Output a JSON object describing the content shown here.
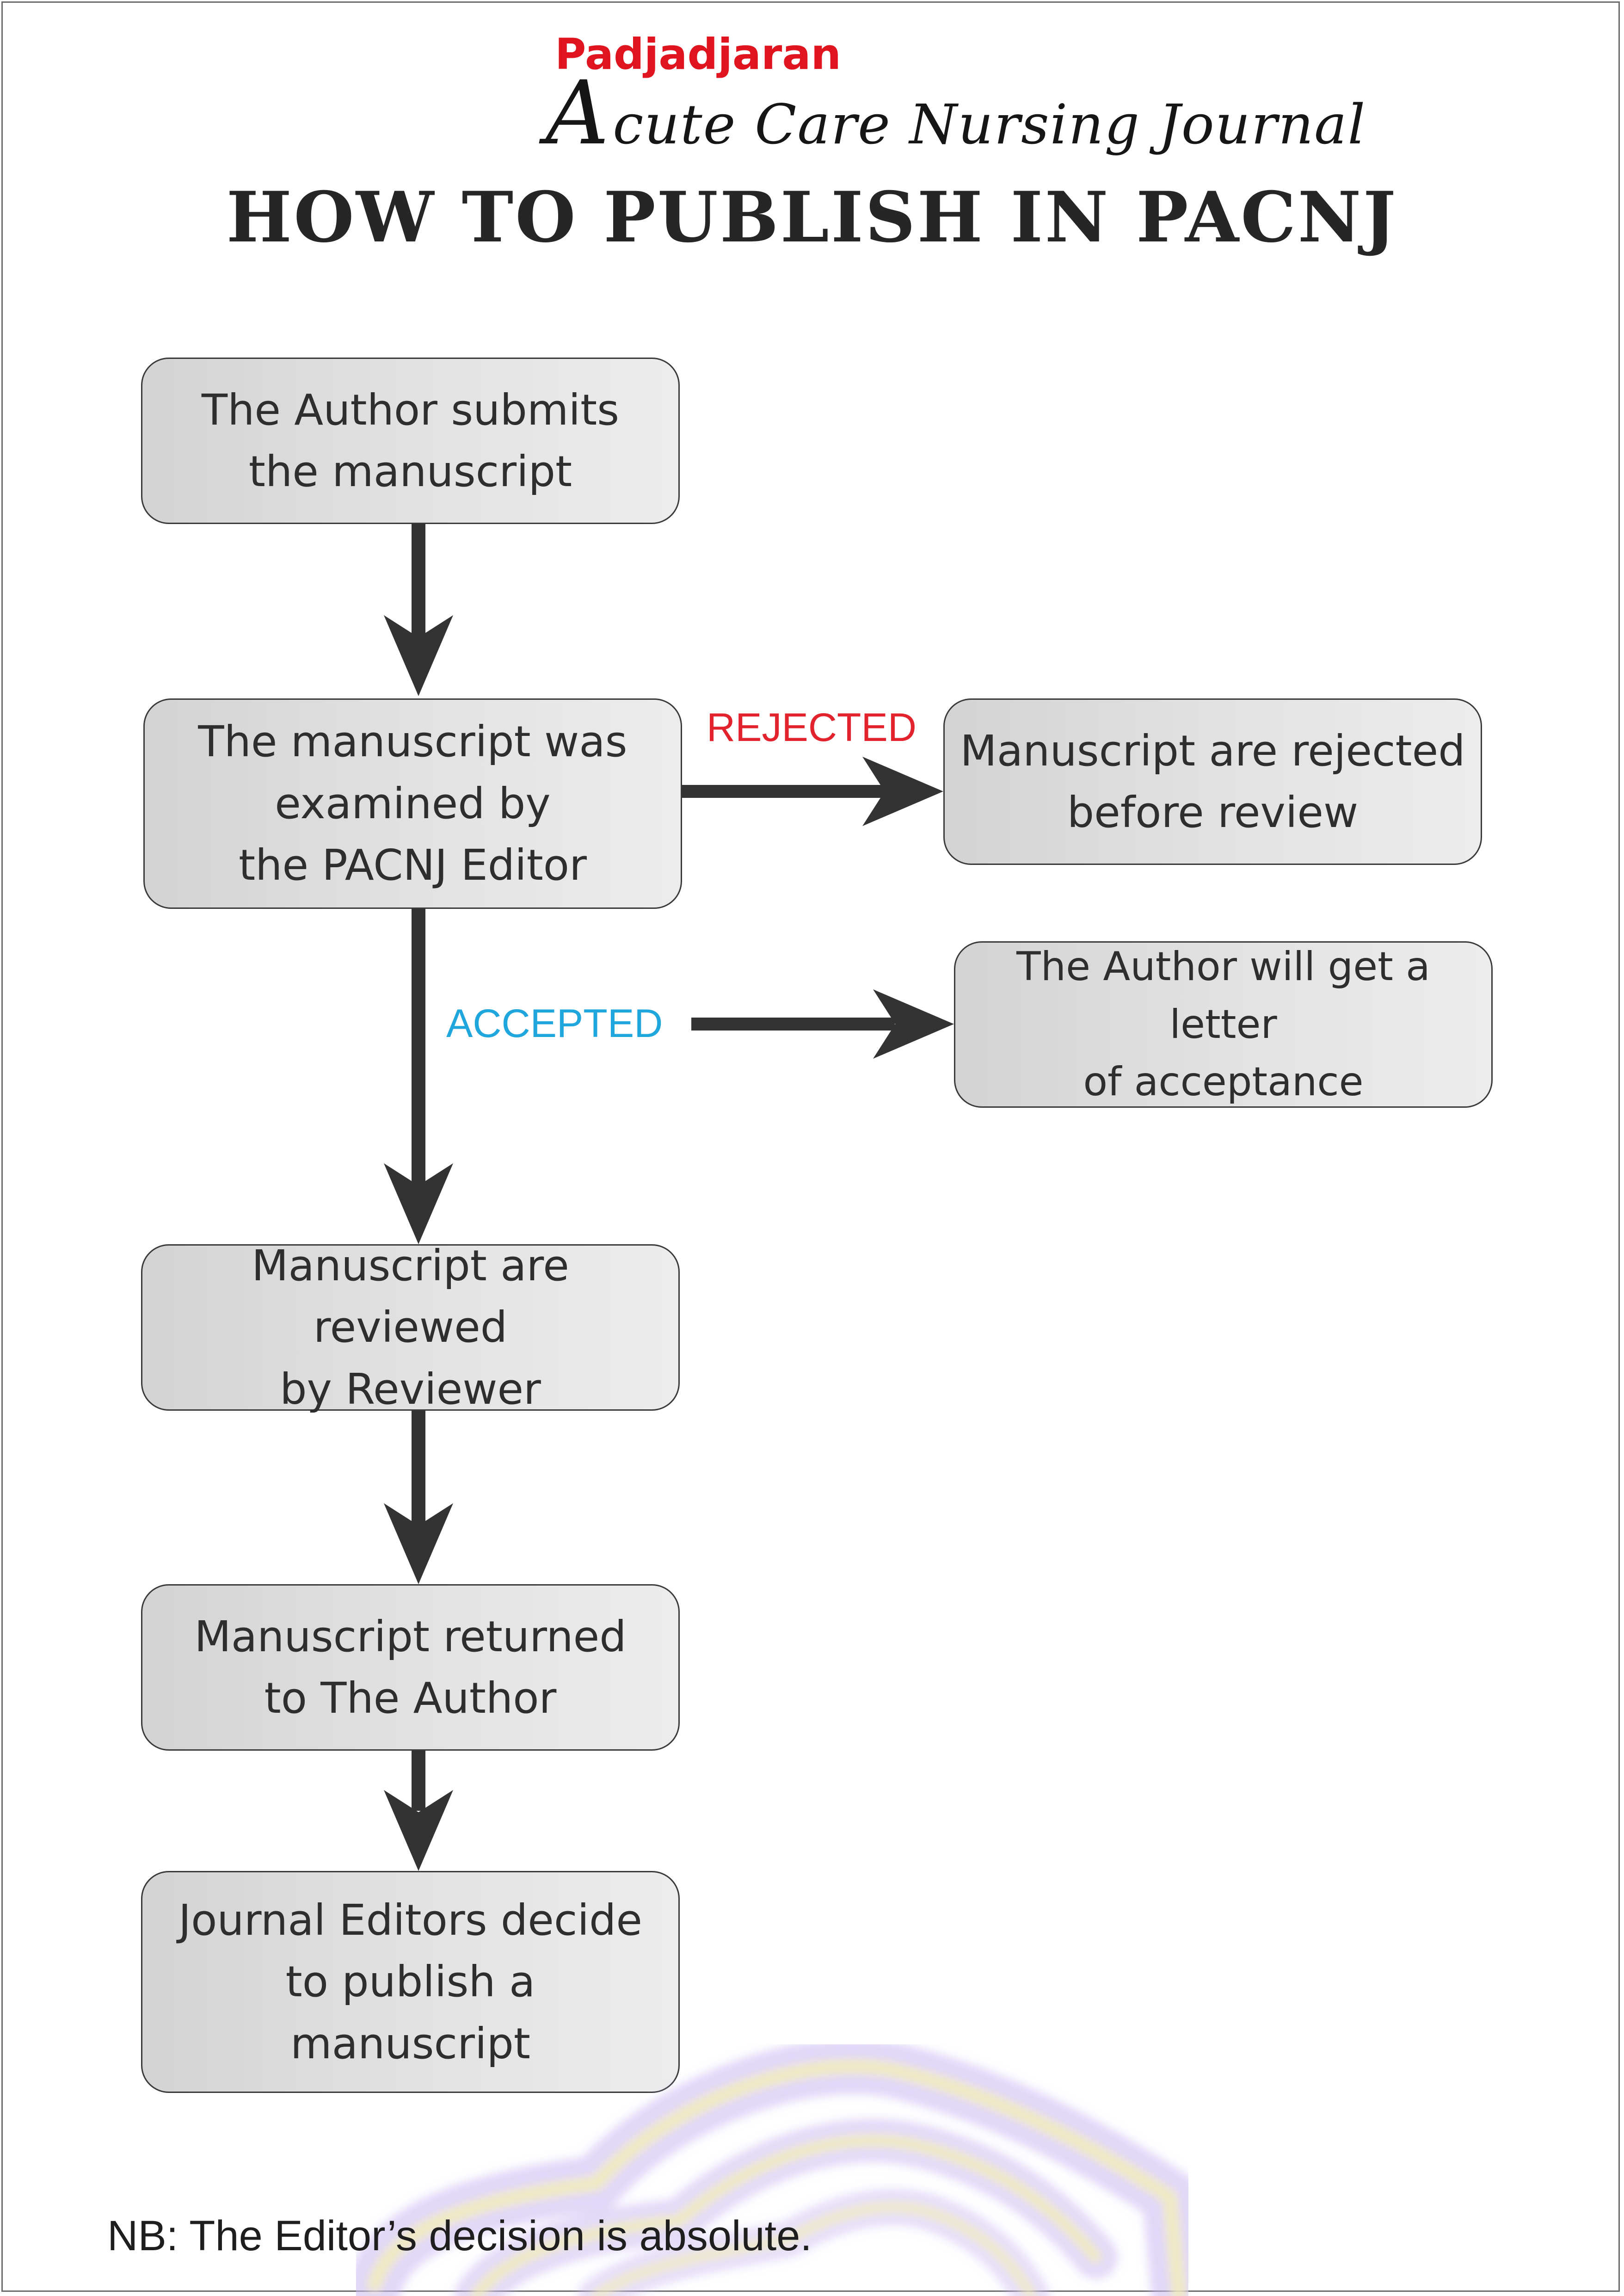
{
  "logo": {
    "line1": "Padjadjaran",
    "line2_initial": "A",
    "line2_rest": "cute Care Nursing Journal"
  },
  "title": "HOW TO PUBLISH IN PACNJ",
  "nodes": {
    "submit": "The Author submits\nthe manuscript",
    "examine": "The manuscript was\nexamined by\nthe PACNJ Editor",
    "reject": "Manuscript are rejected\nbefore review",
    "accept": "The Author will get a letter\nof acceptance",
    "review": "Manuscript are reviewed\nby Reviewer",
    "return": "Manuscript returned\nto The Author",
    "decide": "Journal Editors decide\nto publish a\nmanuscript"
  },
  "edge_labels": {
    "rejected": "REJECTED",
    "accepted": "ACCEPTED"
  },
  "colors": {
    "rejected": "#e2232d",
    "accepted": "#1fa6dd",
    "logo_red": "#e0141e",
    "arrow": "#333333"
  },
  "note": "NB: The Editor’s decision is absolute."
}
